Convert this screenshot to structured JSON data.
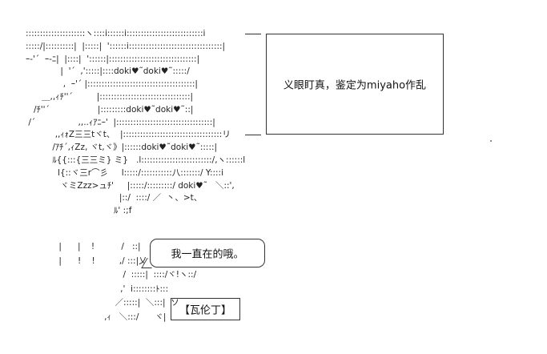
{
  "caption": "义眼盯真，鉴定为miyaho作乱",
  "bubble": "我一直在的哦。",
  "name_tag": "【瓦伦丁】",
  "art_lines": [
    ":::::::::::::::::::::ヽ::::i::::::i:::::::::::::::::::::::::::i",
    ":::::/|::::::::::|  |:::::|  '::::::i:::::::::::::::::::::::::::::::::|",
    "ｰ‐'´  ｰ‐ﾆ|  |::::|  '::::::|:::::::::::::::::::::::::::::::|",
    "             |  '´  ,':::::|::::doki♥˜doki♥˜:::::/",
    "              ,  ｰ'´ |::::::::::::::::::::::::::::::::::::::|",
    "      ＿,,ｨﾁ''´         |::::::::::::::::::::::::::::::::|",
    "   /ﾁ''´                  |:::::::::doki♥˜doki♥˜::|",
    " /´                ,,..ｨｱﾆｰ'  |::::::::::::::::::::::::::::::::::|",
    "           ,,ｨｫZ三三tヾt、  |:::::::::::::::::::::::::::::::::::リ",
    "          /ｱﾁ´,ｨZz, ヾt,ヾ》|::::::doki♥˜doki♥˜:::::|",
    "          ﾙ{{:::{三三ミ} ミ}   .l:::::::::::::::::::::::::/,ヽ::::::l",
    "            l{::ヾ三r⌒彡     l:::::/:::::::::::八:::::::/ Y::::i",
    "             ヾミZzz>ュﾁ'     |:::::/:::::::::/ doki♥˜   ＼::',",
    "                                   |::/  ::::/ ／  丶、>t、",
    "                                 ﾙ' :;f"
  ],
  "lower_lines": [
    "          |      |    !          /   ::|",
    "          |      !    !         ,/ :::|乂",
    "                                  /  :::::|  ::::/ヾ!ヽ::/",
    "                                 ,'  i::::::::ﾄ:::",
    "                               ／:::::|  ＼:::|  ソ",
    "                           ,ｨ   ＼:::/      ヾ|"
  ]
}
